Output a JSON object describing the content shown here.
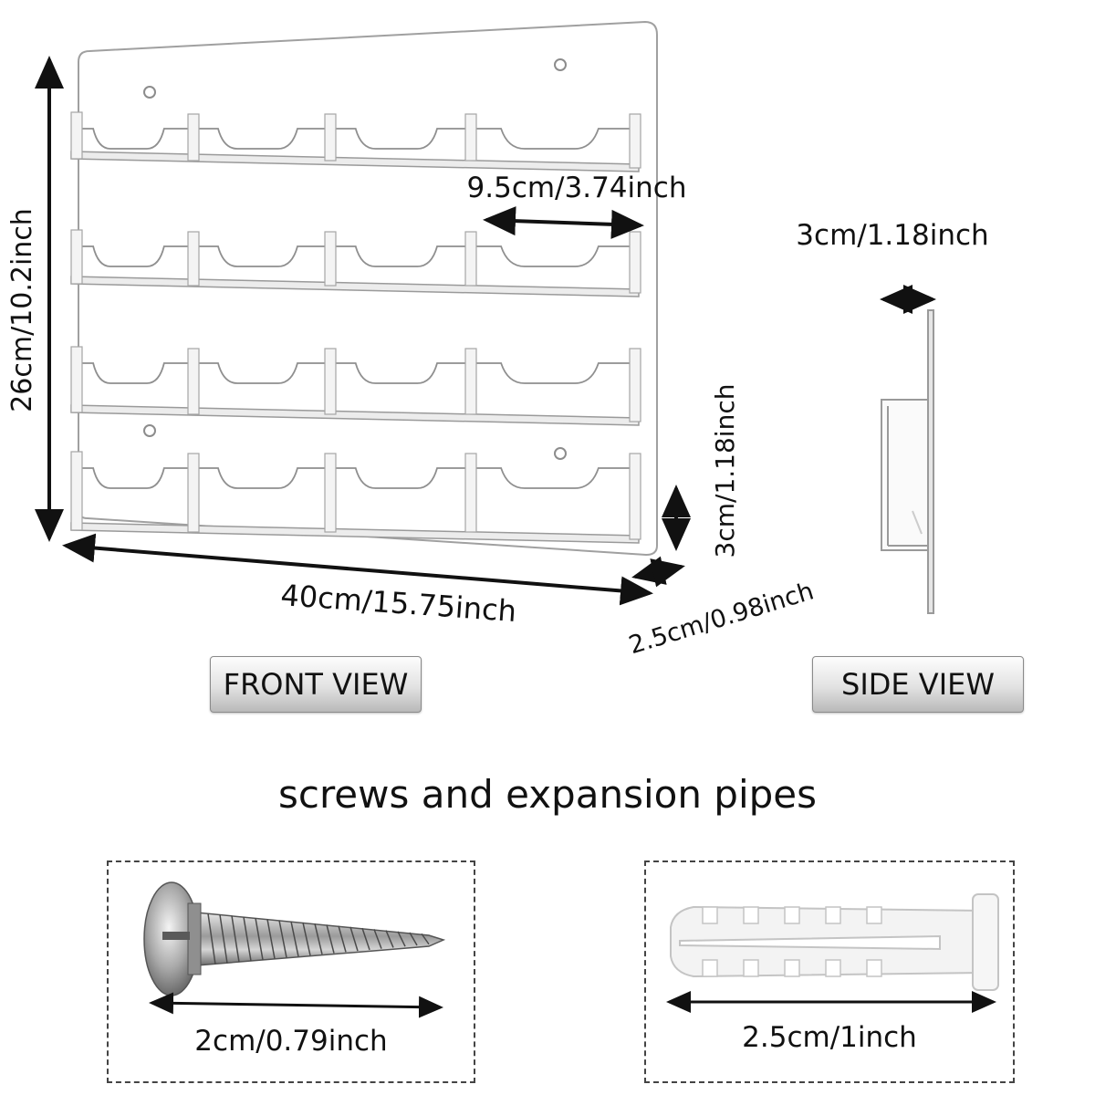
{
  "dimensions": {
    "height": "26cm/10.2inch",
    "width": "40cm/15.75inch",
    "pocket_width": "9.5cm/3.74inch",
    "pocket_height": "3cm/1.18inch",
    "pocket_depth": "2.5cm/0.98inch",
    "side_depth": "3cm/1.18inch"
  },
  "views": {
    "front": "FRONT VIEW",
    "side": "SIDE VIEW"
  },
  "hardware": {
    "title": "screws and expansion pipes",
    "screw_length": "2cm/0.79inch",
    "anchor_length": "2.5cm/1inch"
  },
  "colors": {
    "acrylic_edge": "#9a9a9a",
    "arrow": "#111111",
    "screw_metal": "#a8a8a8",
    "anchor_plastic": "#f2f2f2"
  }
}
